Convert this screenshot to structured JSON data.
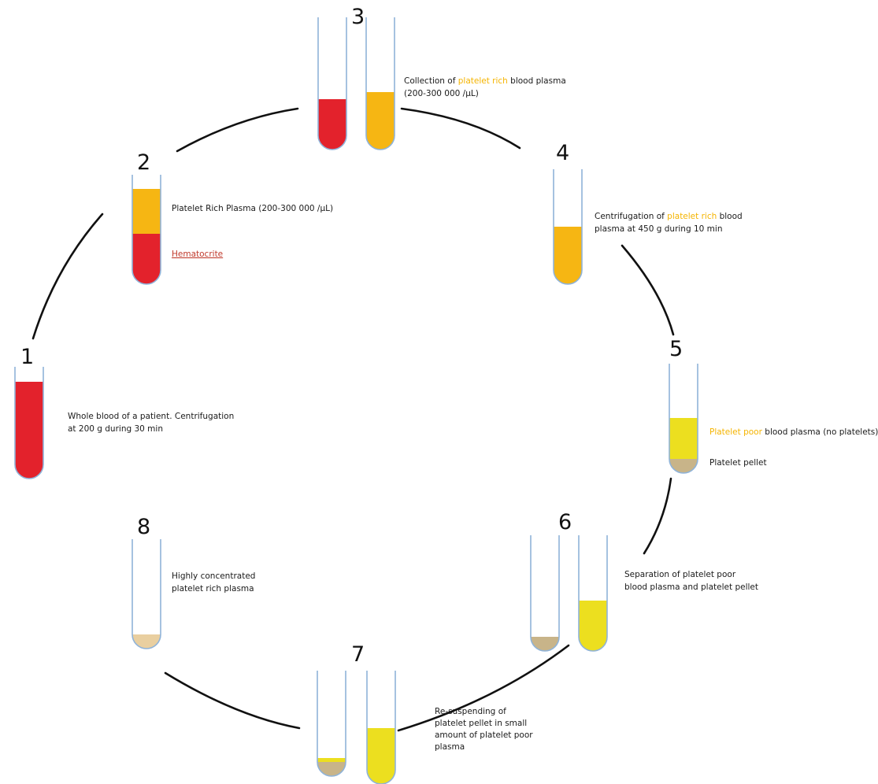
{
  "colors": {
    "blood": "#e3222c",
    "plasma_rich": "#f6b613",
    "plasma_poor": "#ecdf1f",
    "pellet": "#c8b489",
    "pellet_light": "#e9cfa0",
    "tube": "#8fb3d9"
  },
  "steps": [
    {
      "number": "1",
      "caption": [
        "Whole blood of a patient. Centrifugation",
        "at 200 g during 30 min"
      ]
    },
    {
      "number": "2",
      "label_top": "Platelet Rich Plasma (200-300 000 /µL)",
      "label_bottom": "Hematocrite"
    },
    {
      "number": "3",
      "caption_pre": "Collection of ",
      "caption_hl": "platelet rich",
      "caption_post": " blood plasma",
      "caption_line2": "(200-300 000 /µL)"
    },
    {
      "number": "4",
      "caption_pre": "Centrifugation of ",
      "caption_hl": "platelet rich",
      "caption_post": " blood",
      "caption_line2": "plasma at 450 g during 10 min"
    },
    {
      "number": "5",
      "label_top_hl": "Platelet poor",
      "label_top_rest": " blood plasma (no platelets)",
      "label_bottom": "Platelet pellet"
    },
    {
      "number": "6",
      "caption": [
        "Separation of platelet poor",
        "blood plasma and platelet pellet"
      ]
    },
    {
      "number": "7",
      "caption": [
        "Re-suspending of",
        "platelet pellet in small",
        "amount of platelet poor",
        "plasma"
      ]
    },
    {
      "number": "8",
      "caption": [
        "Highly concentrated",
        "platelet rich plasma"
      ]
    }
  ]
}
